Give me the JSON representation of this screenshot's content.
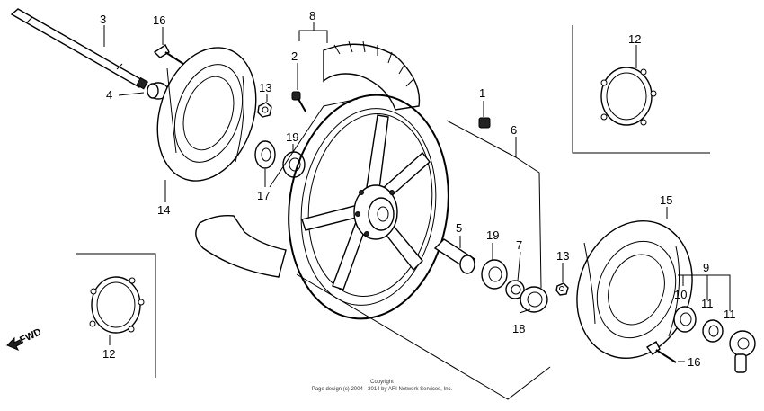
{
  "callouts": {
    "c1": "1",
    "c2": "2",
    "c3": "3",
    "c4": "4",
    "c5": "5",
    "c6": "6",
    "c7": "7",
    "c8": "8",
    "c9": "9",
    "c10": "10",
    "c11a": "11",
    "c11b": "11",
    "c12a": "12",
    "c12b": "12",
    "c13a": "13",
    "c13b": "13",
    "c14": "14",
    "c15": "15",
    "c16a": "16",
    "c16b": "16",
    "c17": "17",
    "c18": "18",
    "c19a": "19",
    "c19b": "19"
  },
  "fwd_label": "FWD",
  "copyright": {
    "line1": "Copyright",
    "line2": "Page design (c) 2004 - 2014 by ARI Network Services, Inc."
  }
}
